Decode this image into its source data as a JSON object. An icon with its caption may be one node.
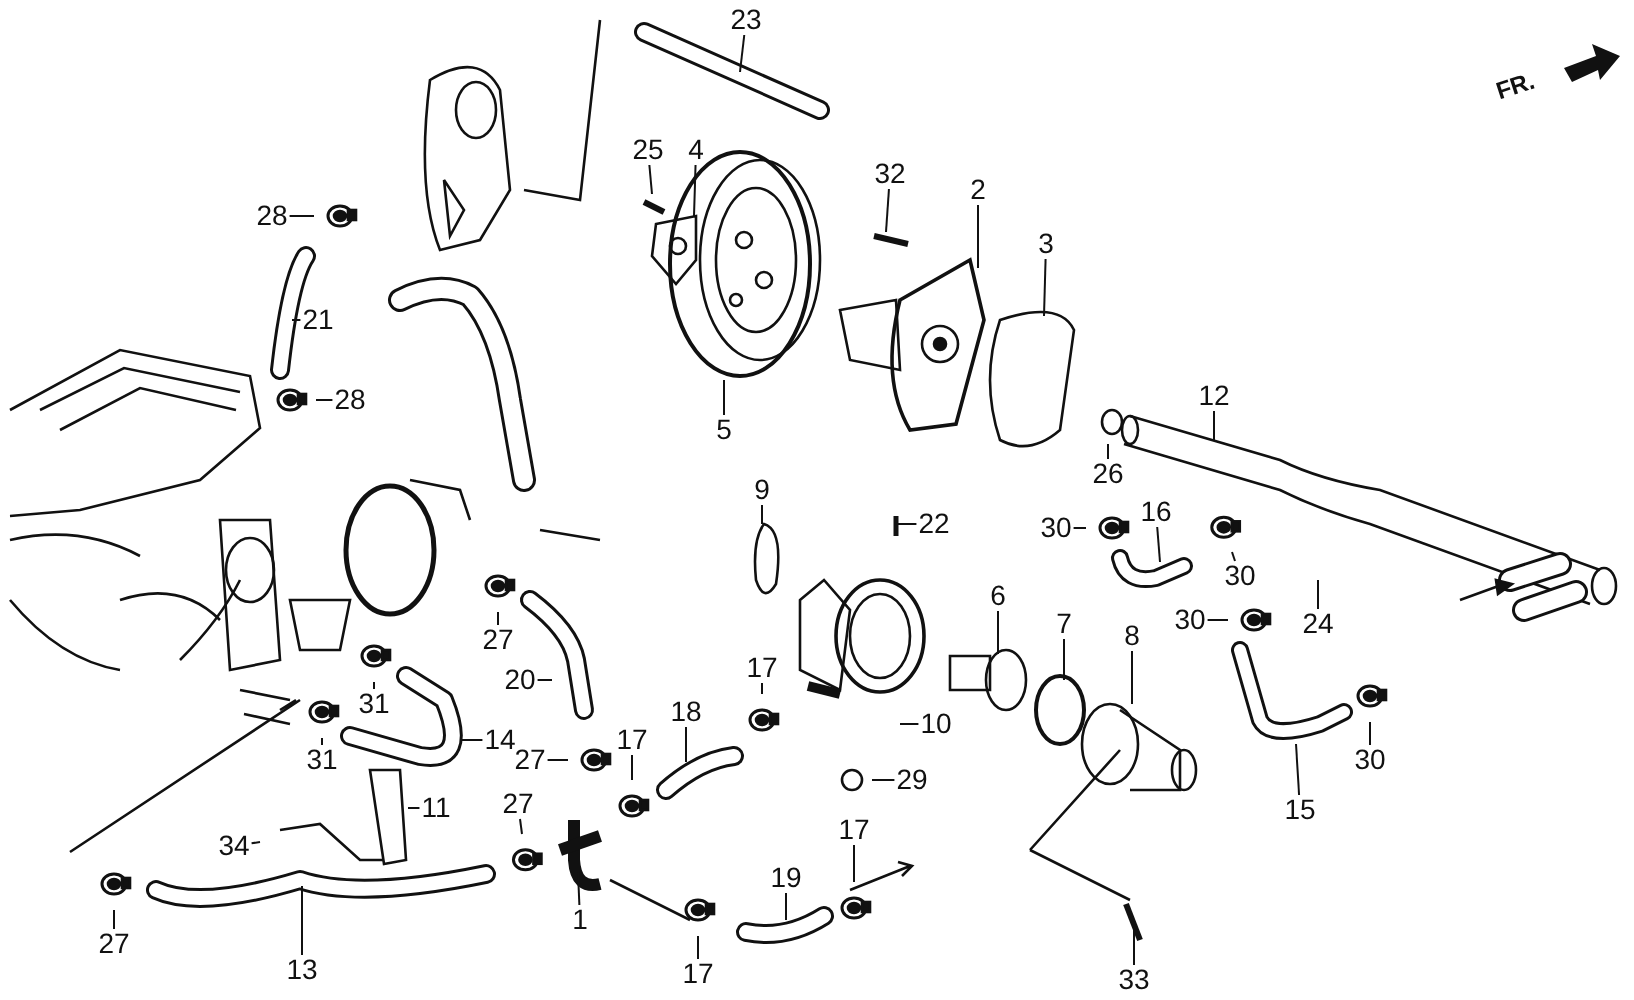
{
  "diagram": {
    "nodes": [
      {
        "text": [
          "23"
        ]
      },
      {
        "text": [
          "25"
        ]
      },
      {
        "text": [
          "4"
        ]
      },
      {
        "text": [
          "32"
        ]
      },
      {
        "text": [
          "2"
        ]
      },
      {
        "text": [
          "3"
        ]
      },
      {
        "text": [
          "28"
        ]
      },
      {
        "text": [
          "21"
        ]
      },
      {
        "text": [
          "28"
        ]
      },
      {
        "text": [
          "5"
        ]
      },
      {
        "text": [
          "12"
        ]
      },
      {
        "text": [
          "26"
        ]
      },
      {
        "text": [
          "9"
        ]
      },
      {
        "text": [
          "22"
        ]
      },
      {
        "text": [
          "30"
        ]
      },
      {
        "text": [
          "16"
        ]
      },
      {
        "text": [
          "30"
        ]
      },
      {
        "text": [
          "30"
        ]
      },
      {
        "text": [
          "24"
        ]
      },
      {
        "text": [
          "6"
        ]
      },
      {
        "text": [
          "7"
        ]
      },
      {
        "text": [
          "8"
        ]
      },
      {
        "text": [
          "27"
        ]
      },
      {
        "text": [
          "20"
        ]
      },
      {
        "text": [
          "17"
        ]
      },
      {
        "text": [
          "10"
        ]
      },
      {
        "text": [
          "31"
        ]
      },
      {
        "text": [
          "14"
        ]
      },
      {
        "text": [
          "18"
        ]
      },
      {
        "text": [
          "30"
        ]
      },
      {
        "text": [
          "31"
        ]
      },
      {
        "text": [
          "27"
        ]
      },
      {
        "text": [
          "29"
        ]
      },
      {
        "text": [
          "17"
        ]
      },
      {
        "text": [
          "11"
        ]
      },
      {
        "text": [
          "15"
        ]
      },
      {
        "text": [
          "27"
        ]
      },
      {
        "text": [
          "17"
        ]
      },
      {
        "text": [
          "34"
        ]
      },
      {
        "text": [
          "1"
        ]
      },
      {
        "text": [
          "19"
        ]
      },
      {
        "text": [
          "27"
        ]
      },
      {
        "text": [
          "13"
        ]
      },
      {
        "text": [
          "17"
        ]
      },
      {
        "text": [
          "33"
        ]
      }
    ],
    "edges": [
      {
        "from": 0,
        "to": null,
        "arrow": "none"
      },
      {
        "from": 1,
        "to": null,
        "arrow": "none"
      },
      {
        "from": 2,
        "to": null,
        "arrow": "none"
      },
      {
        "from": 3,
        "to": null,
        "arrow": "none"
      },
      {
        "from": 4,
        "to": null,
        "arrow": "none"
      },
      {
        "from": 5,
        "to": null,
        "arrow": "none"
      },
      {
        "from": 6,
        "to": null,
        "arrow": "none"
      },
      {
        "from": 7,
        "to": null,
        "arrow": "none"
      },
      {
        "from": 8,
        "to": null,
        "arrow": "none"
      },
      {
        "from": 9,
        "to": null,
        "arrow": "none"
      },
      {
        "from": 10,
        "to": null,
        "arrow": "none"
      },
      {
        "from": 11,
        "to": null,
        "arrow": "none"
      },
      {
        "from": 12,
        "to": null,
        "arrow": "none"
      },
      {
        "from": 13,
        "to": null,
        "arrow": "none"
      },
      {
        "from": 14,
        "to": null,
        "arrow": "none"
      },
      {
        "from": 15,
        "to": null,
        "arrow": "none"
      },
      {
        "from": 16,
        "to": null,
        "arrow": "none"
      },
      {
        "from": 17,
        "to": null,
        "arrow": "none"
      },
      {
        "from": 18,
        "to": null,
        "arrow": "none"
      },
      {
        "from": 19,
        "to": null,
        "arrow": "none"
      },
      {
        "from": 20,
        "to": null,
        "arrow": "none"
      },
      {
        "from": 21,
        "to": null,
        "arrow": "none"
      },
      {
        "from": 22,
        "to": null,
        "arrow": "none"
      },
      {
        "from": 23,
        "to": null,
        "arrow": "none"
      },
      {
        "from": 24,
        "to": null,
        "arrow": "none"
      },
      {
        "from": 25,
        "to": null,
        "arrow": "none"
      },
      {
        "from": 26,
        "to": null,
        "arrow": "none"
      },
      {
        "from": 27,
        "to": null,
        "arrow": "none"
      },
      {
        "from": 28,
        "to": null,
        "arrow": "none"
      },
      {
        "from": 29,
        "to": null,
        "arrow": "none"
      },
      {
        "from": 30,
        "to": null,
        "arrow": "none"
      },
      {
        "from": 31,
        "to": null,
        "arrow": "none"
      },
      {
        "from": 32,
        "to": null,
        "arrow": "none"
      },
      {
        "from": 33,
        "to": null,
        "arrow": "none"
      },
      {
        "from": 34,
        "to": null,
        "arrow": "none"
      },
      {
        "from": 35,
        "to": null,
        "arrow": "none"
      },
      {
        "from": 36,
        "to": null,
        "arrow": "none"
      },
      {
        "from": 37,
        "to": null,
        "arrow": "none"
      },
      {
        "from": 38,
        "to": null,
        "arrow": "none"
      },
      {
        "from": 39,
        "to": null,
        "arrow": "none"
      },
      {
        "from": 40,
        "to": null,
        "arrow": "none"
      },
      {
        "from": 41,
        "to": null,
        "arrow": "none"
      },
      {
        "from": 42,
        "to": null,
        "arrow": "none"
      },
      {
        "from": 43,
        "to": null,
        "arrow": "none"
      },
      {
        "from": 44,
        "to": null,
        "arrow": "none"
      }
    ],
    "labels": [
      "FR."
    ]
  }
}
